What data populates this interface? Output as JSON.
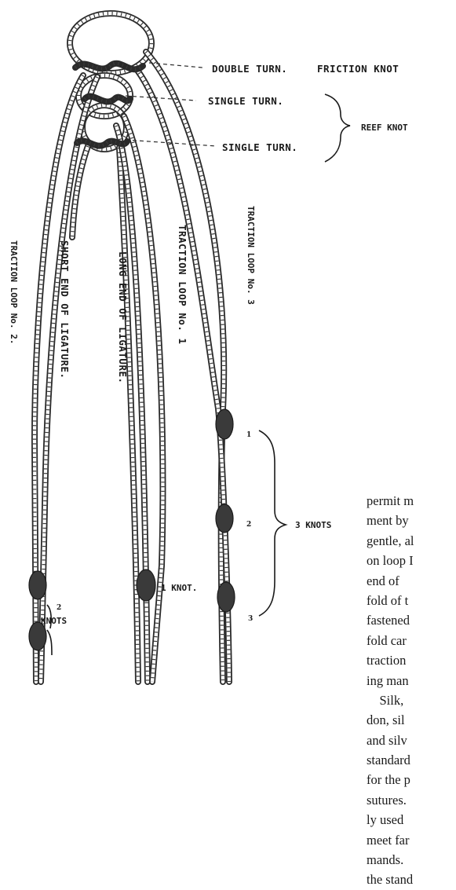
{
  "labels": {
    "double_turn": "DOUBLE TURN.",
    "friction_knot": "FRICTION KNOT",
    "single_turn_1": "SINGLE TURN.",
    "single_turn_2": "SINGLE TURN.",
    "reef_knot": "REEF KNOT",
    "traction_loop_2": "TRACTION LOOP No. 2.",
    "short_end": "SHORT END OF LIGATURE.",
    "traction_loop_1": "TRACTION LOOP No. 1",
    "long_end": "LONG END OF LIGATURE.",
    "traction_loop_3": "TRACTION LOOP No. 3",
    "three_knots": "3 KNOTS",
    "two_knots_num": "2",
    "two_knots_word": "KNOTS",
    "one_knot": "1 KNOT.",
    "knot_num_1": "1",
    "knot_num_2": "2",
    "knot_num_3": "3"
  },
  "paragraph_lines": [
    "permit m",
    "ment by",
    "gentle, al",
    "on loop I",
    "end of",
    "fold of t",
    "fastened",
    "fold car",
    "traction",
    "ing man",
    "    Silk,",
    "don, sil",
    "and silv",
    "standard",
    "for the p",
    "sutures.",
    "ly used",
    "meet far",
    "mands.",
    "the stand"
  ]
}
